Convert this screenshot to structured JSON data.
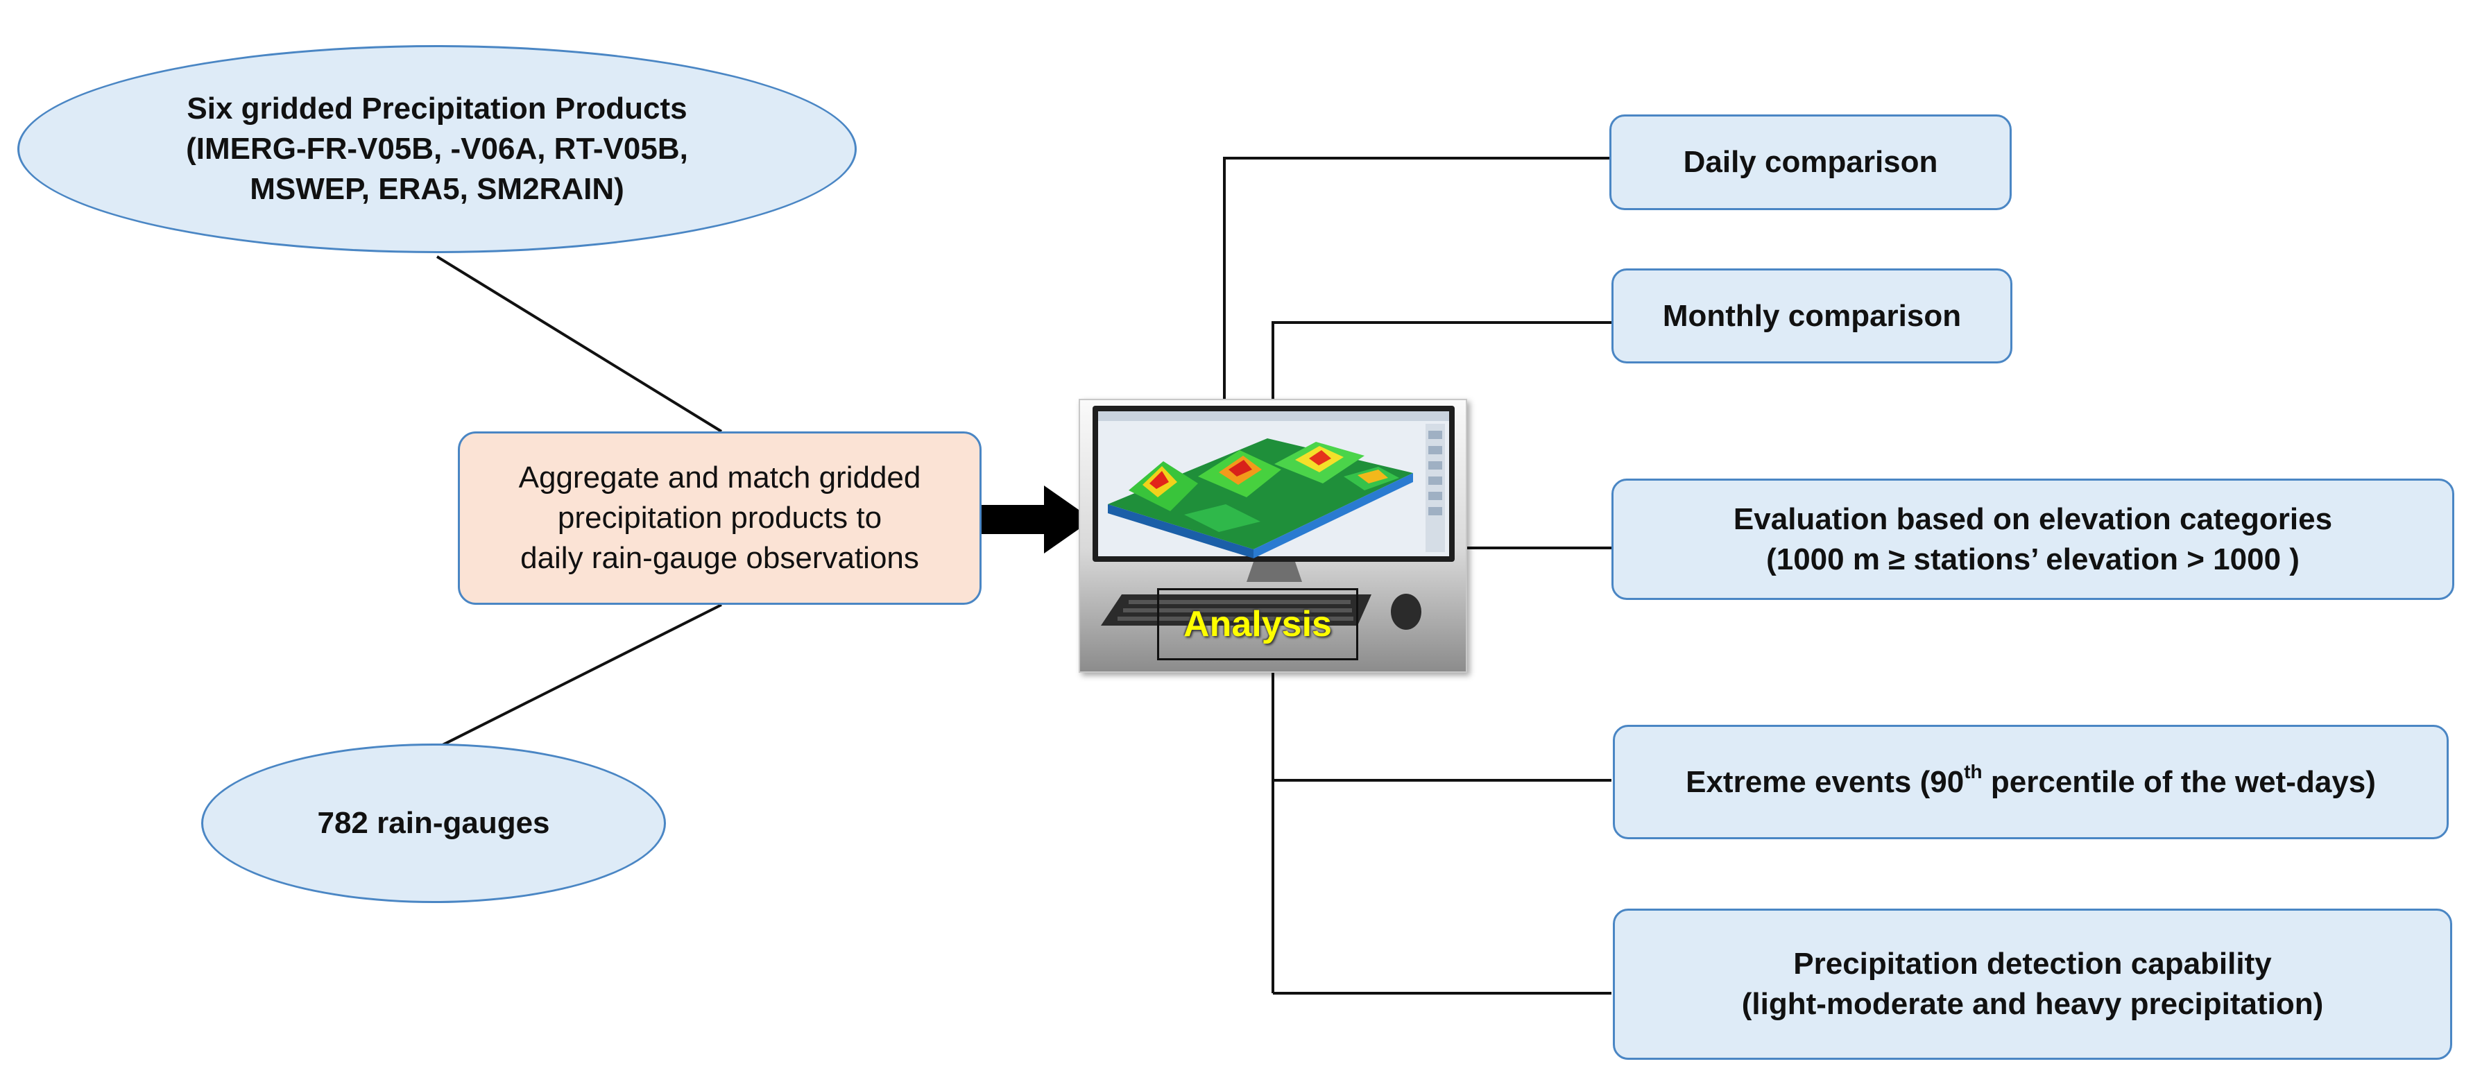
{
  "inputs": {
    "products": {
      "lines": [
        "Six gridded Precipitation Products",
        "(IMERG-FR-V05B, -V06A, RT-V05B,",
        "MSWEP, ERA5, SM2RAIN)"
      ]
    },
    "gauges": {
      "label": "782 rain-gauges"
    }
  },
  "process": {
    "lines": [
      "Aggregate and match gridded",
      "precipitation products to",
      "daily rain-gauge observations"
    ]
  },
  "analysis": {
    "label": "Analysis"
  },
  "outputs": [
    {
      "lines": [
        "Daily comparison"
      ]
    },
    {
      "lines": [
        "Monthly comparison"
      ]
    },
    {
      "lines": [
        "Evaluation based on elevation categories",
        "(1000 m ≥ stations’ elevation > 1000 )"
      ]
    },
    {
      "pre": "Extreme events (90",
      "sup": "th",
      "post": " percentile of the wet-days)"
    },
    {
      "lines": [
        "Precipitation detection capability",
        "(light-moderate and heavy precipitation)"
      ]
    }
  ],
  "colors": {
    "ellipse_fill": "#deebf7",
    "process_fill": "#fbe3d5",
    "border": "#4a86c4",
    "analysis_text": "#ffff00"
  }
}
